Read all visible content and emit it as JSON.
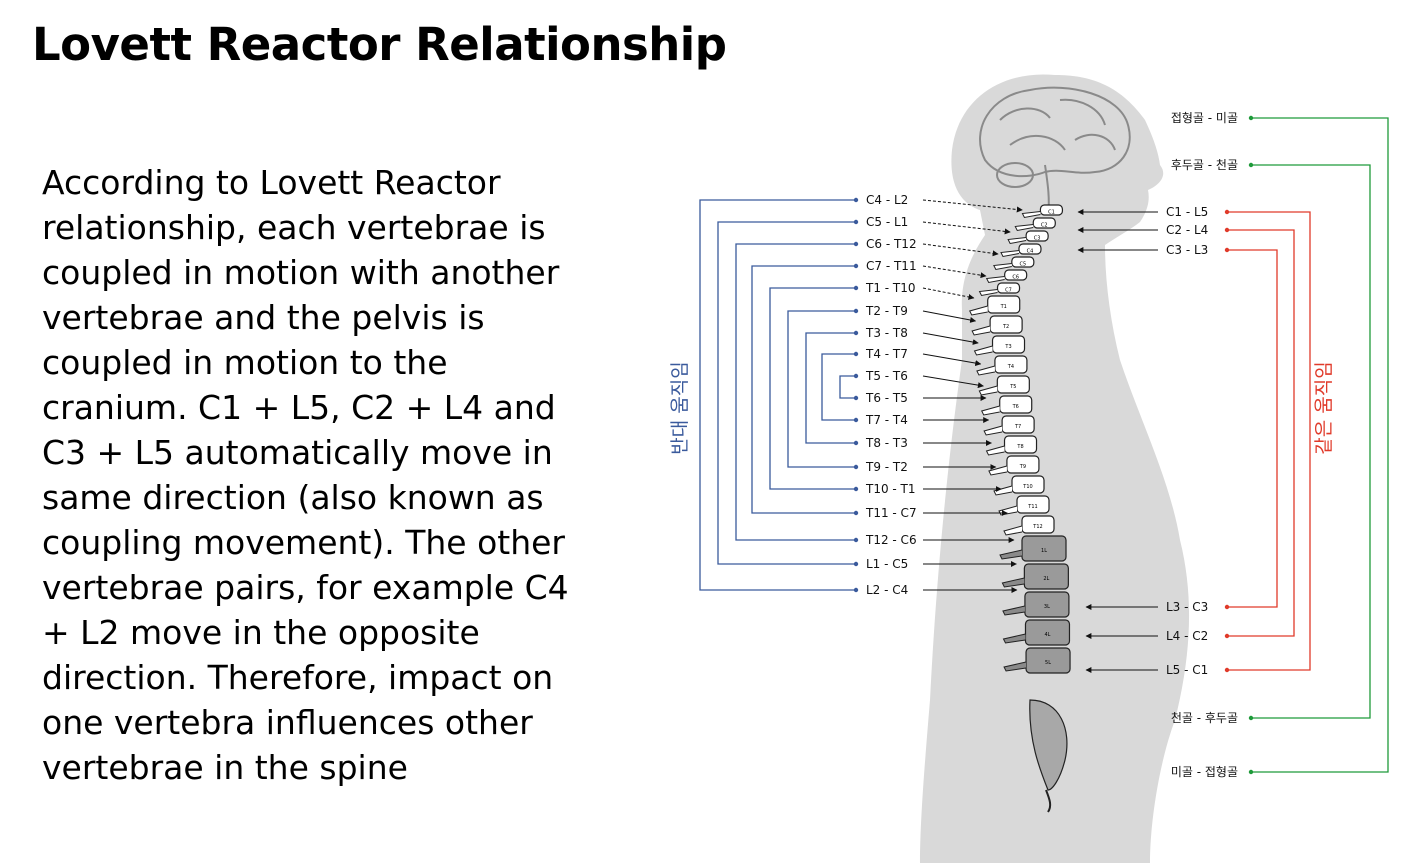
{
  "title": "Lovett Reactor Relationship",
  "body": "According to Lovett Reactor relationship, each vertebrae is coupled in motion with another vertebrae and the pelvis is coupled in motion to the cranium. C1 + L5, C2 + L4 and C3 + L5 automatically move in same direction (also known as coupling movement). The other vertebrae pairs, for example C4 + L2 move in the opposite direction. Therefore, impact on one vertebra influences other vertebrae in the spine",
  "diagram": {
    "colors": {
      "opposite": "#3a5a9c",
      "same": "#e03a2a",
      "cranial": "#1f9a3a",
      "body": "#d9d9d9"
    },
    "left_bracket_label": "반대 움직임",
    "right_bracket_label": "같은 움직임",
    "left_pairs": [
      "C4 - L2",
      "C5 - L1",
      "C6 - T12",
      "C7 - T11",
      "T1 - T10",
      "T2 - T9",
      "T3 - T8",
      "T4 - T7",
      "T5 - T6",
      "T6 - T5",
      "T7 - T4",
      "T8 - T3",
      "T9 - T2",
      "T10 - T1",
      "T11 - C7",
      "T12 - C6",
      "L1 - C5",
      "L2 - C4"
    ],
    "right_upper_pairs": [
      "C1 - L5",
      "C2 - L4",
      "C3 - L3"
    ],
    "right_lower_pairs": [
      "L3 - C3",
      "L4 - C2",
      "L5 - C1"
    ],
    "cranial_pairs": [
      "접형골 - 미골",
      "후두골 - 천골",
      "천골 - 후두골",
      "미골 - 접형골"
    ],
    "vertebra_labels": [
      "C1",
      "C2",
      "C3",
      "C4",
      "C5",
      "C6",
      "C7",
      "T1",
      "T2",
      "T3",
      "T4",
      "T5",
      "T6",
      "T7",
      "T8",
      "T9",
      "T10",
      "T11",
      "T12",
      "1L",
      "2L",
      "3L",
      "4L",
      "5L"
    ]
  }
}
